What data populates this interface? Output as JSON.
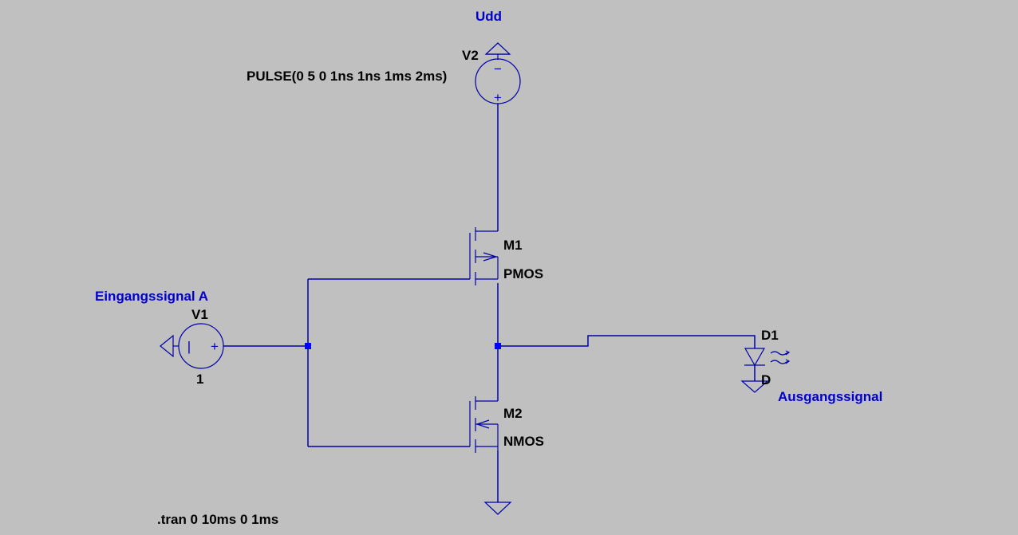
{
  "colors": {
    "background": "#c0c0c0",
    "wire": "#0000aa",
    "junction": "#0000ff",
    "net_label": "#0000cc",
    "component_label": "#000000"
  },
  "net_labels": {
    "supply": "Udd",
    "input": "Eingangssignal A",
    "output": "Ausgangssignal"
  },
  "components": {
    "v2": {
      "name": "V2",
      "value": "PULSE(0 5 0 1ns 1ns 1ms 2ms)",
      "minus": "−",
      "plus": "+"
    },
    "v1": {
      "name": "V1",
      "value": "1",
      "minus": "|",
      "plus": "+"
    },
    "m1": {
      "name": "M1",
      "model": "PMOS"
    },
    "m2": {
      "name": "M2",
      "model": "NMOS"
    },
    "d1": {
      "name": "D1",
      "model": "D"
    }
  },
  "directive": ".tran 0 10ms 0 1ms"
}
